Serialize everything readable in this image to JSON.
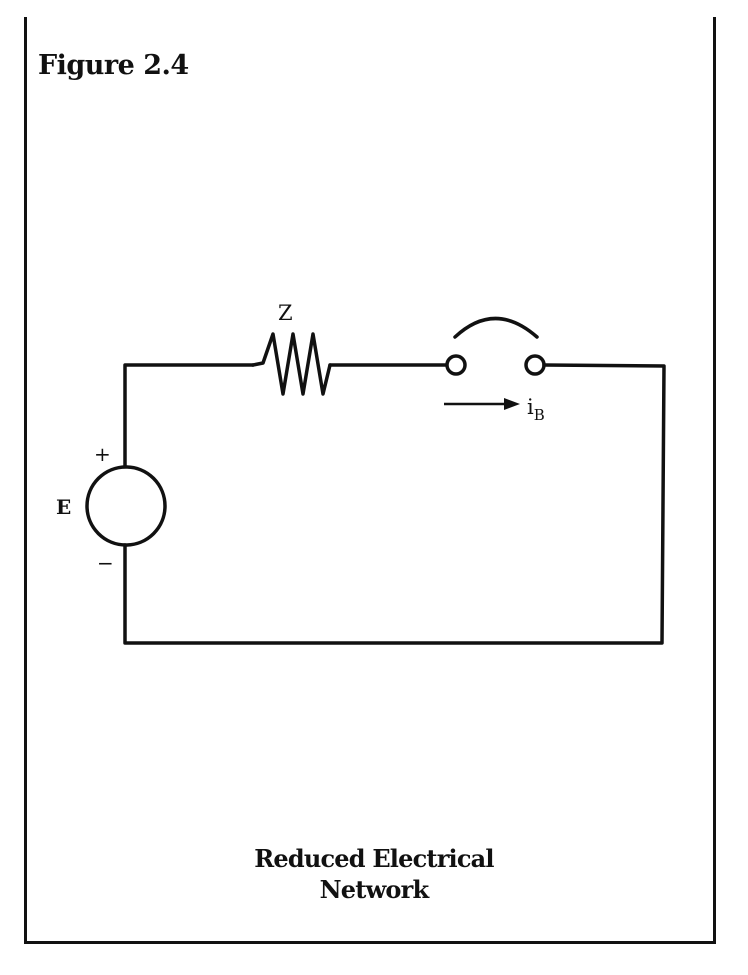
{
  "figure": {
    "title": "Figure 2.4",
    "caption_line1": "Reduced Electrical",
    "caption_line2": "Network"
  },
  "circuit": {
    "impedance_label": "Z",
    "source_label": "E",
    "plus_sign": "+",
    "minus_sign": "−",
    "current_label": "i",
    "current_subscript": "B"
  },
  "colors": {
    "ink": "#111111",
    "paper": "#ffffff"
  }
}
